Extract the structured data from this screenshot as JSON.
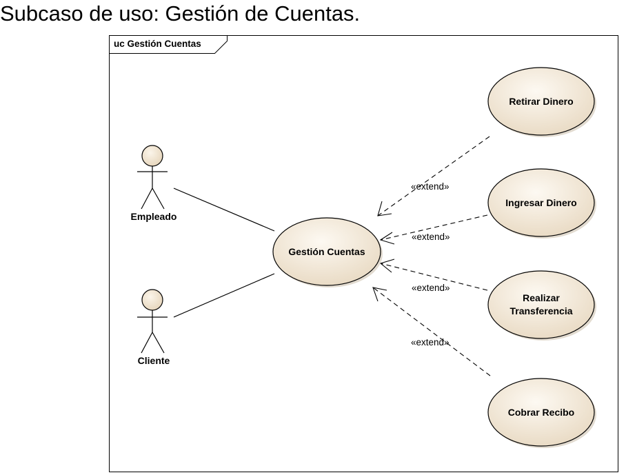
{
  "page": {
    "title": "Subcaso de uso: Gestión de Cuentas."
  },
  "frame": {
    "label": "uc Gestión Cuentas"
  },
  "actors": [
    {
      "id": "empleado",
      "label": "Empleado"
    },
    {
      "id": "cliente",
      "label": "Cliente"
    }
  ],
  "use_cases": {
    "main": {
      "label": "Gestión Cuentas"
    },
    "retirar": {
      "label": "Retirar Dinero"
    },
    "ingresar": {
      "label": "Ingresar Dinero"
    },
    "transferencia": {
      "line1": "Realizar",
      "line2": "Transferencia"
    },
    "cobrar": {
      "label": "Cobrar Recibo"
    }
  },
  "relations": {
    "extend_label": "«extend»"
  },
  "colors": {
    "use_case_fill_light": "#fdf9f2",
    "use_case_fill_dark": "#e8d9c2",
    "actor_fill": "#f2e6d2",
    "stroke": "#000000"
  }
}
